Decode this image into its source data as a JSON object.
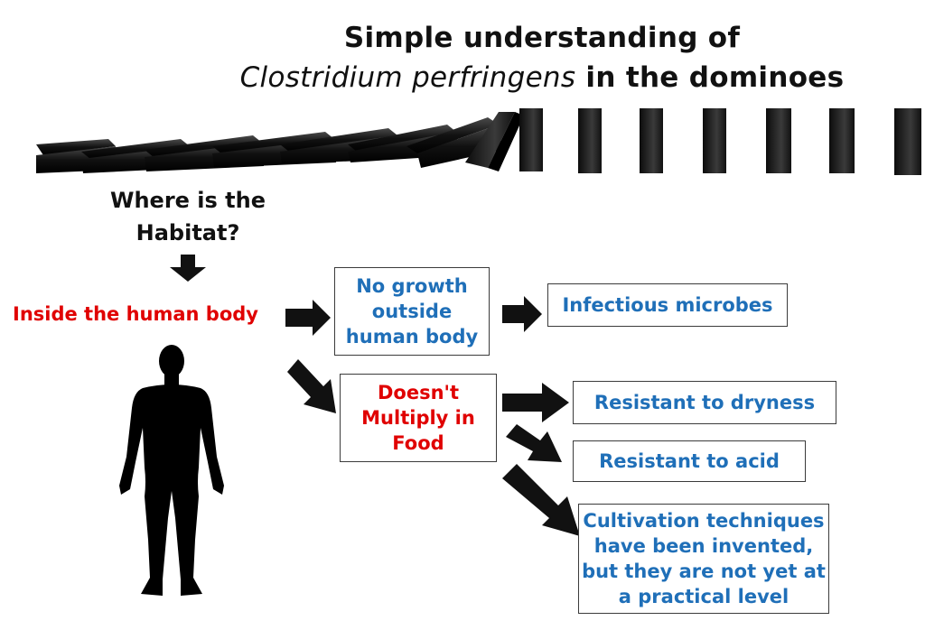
{
  "title": {
    "line1": "Simple understanding of",
    "line2_italic": "Clostridium perfringens",
    "line2_rest": " in the dominoes"
  },
  "question": {
    "line1": "Where is the",
    "line2": "Habitat?"
  },
  "habitat_answer": "Inside the human body",
  "boxes": {
    "no_growth": [
      "No growth",
      "outside",
      "human body"
    ],
    "infectious": "Infectious microbes",
    "doesnt_multiply": [
      "Doesn't",
      "Multiply in",
      "Food"
    ],
    "dryness": "Resistant to dryness",
    "acid": "Resistant to acid",
    "cultivation": [
      "Cultivation techniques",
      "have been invented,",
      "but they are not yet at",
      "a practical level"
    ]
  },
  "colors": {
    "blue_text": "#1f6fb8",
    "red_text": "#e00000",
    "arrow": "#111111"
  },
  "icons": [
    "domino-row-image",
    "human-silhouette-icon",
    "arrow-icon"
  ]
}
